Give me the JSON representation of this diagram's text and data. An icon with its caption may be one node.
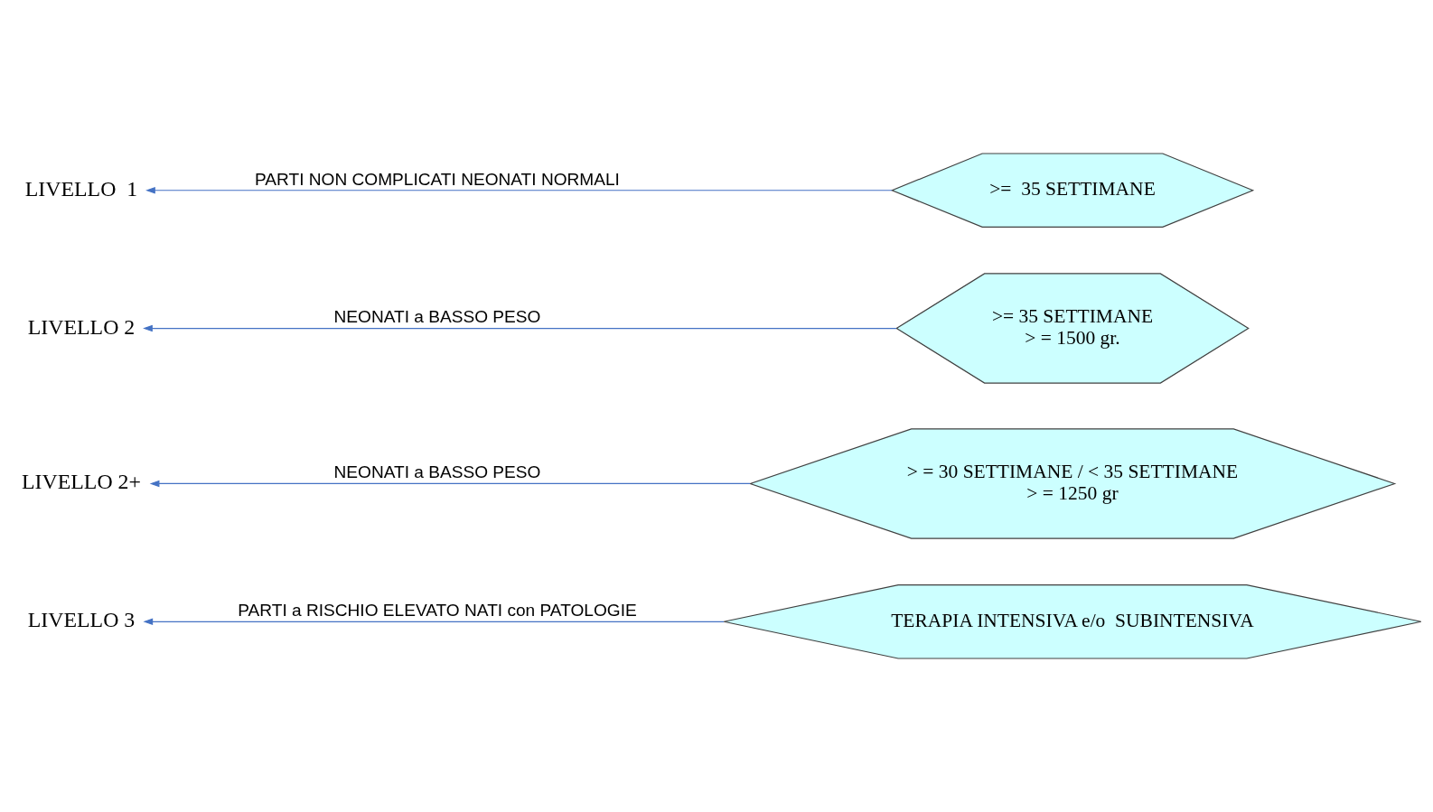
{
  "diagram": {
    "nodes": [
      {
        "text": [
          "LIVELLO 3"
        ]
      },
      {
        "text": [
          "TERAPIA INTENSIVA e/o  SUBINTENSIVA"
        ]
      },
      {
        "text": [
          "LIVELLO 2+"
        ]
      },
      {
        "text": [
          "> = 30 SETTIMANE / < 35 SETTIMANE",
          "> = 1250 gr"
        ]
      },
      {
        "text": [
          "LIVELLO 2"
        ]
      },
      {
        "text": [
          ">= 35 SETTIMANE",
          "> = 1500 gr."
        ]
      },
      {
        "text": [
          "LIVELLO  1"
        ]
      },
      {
        "text": [
          ">=  35 SETTIMANE"
        ]
      }
    ],
    "edges": [
      {
        "from": 1,
        "to": 0,
        "arrow": "to",
        "label": "PARTI a RISCHIO ELEVATO NATI con PATOLOGIE"
      },
      {
        "from": 3,
        "to": 2,
        "arrow": "to",
        "label": "NEONATI a BASSO PESO"
      },
      {
        "from": 5,
        "to": 4,
        "arrow": "to",
        "label": "NEONATI a BASSO PESO"
      },
      {
        "from": 7,
        "to": 6,
        "arrow": "to",
        "label": "PARTI NON COMPLICATI NEONATI NORMALI"
      }
    ]
  }
}
